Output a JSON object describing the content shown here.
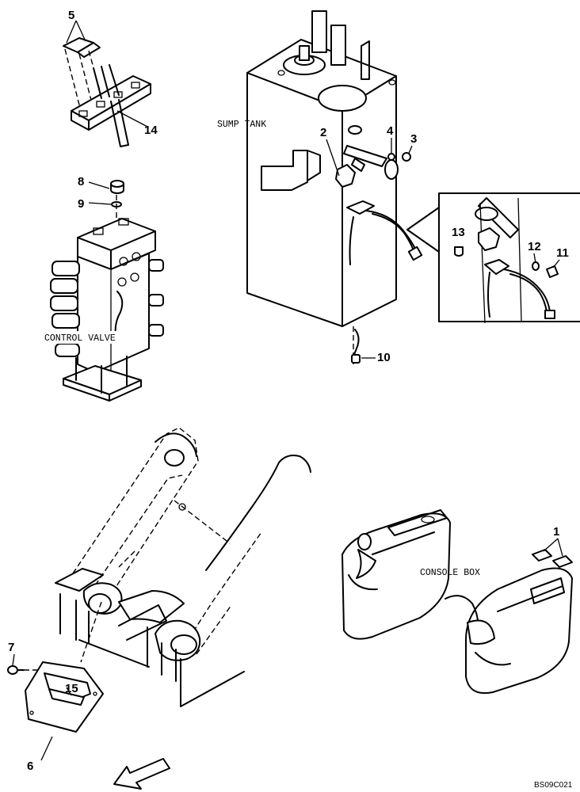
{
  "labels": {
    "sump_tank": "SUMP TANK",
    "control_valve": "CONTROL VALVE",
    "console_box": "CONSOLE BOX"
  },
  "callouts": [
    "1",
    "2",
    "3",
    "4",
    "5",
    "6",
    "7",
    "8",
    "9",
    "10",
    "11",
    "12",
    "13",
    "14",
    "15"
  ],
  "drawing_code": "BS09C021",
  "icons": {
    "front_arrow": "direction-arrow-icon"
  },
  "colors": {
    "ink": "#000000",
    "paper": "#ffffff"
  }
}
